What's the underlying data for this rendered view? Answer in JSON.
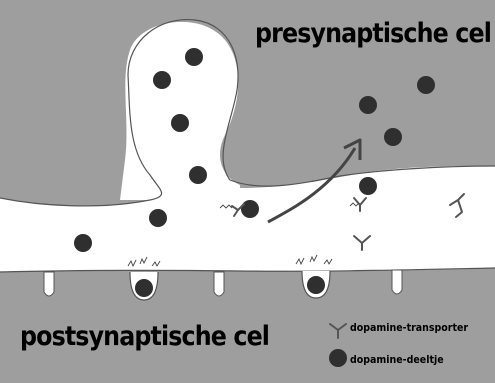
{
  "labels": {
    "presynaptic": "presynaptische cel",
    "postsynaptic": "postsynaptische cel"
  },
  "legend": {
    "transporter": "dopamine-transporter",
    "particle": "dopamine-deeltje"
  },
  "colors": {
    "cell": "#9e9e9e",
    "cleft": "#ffffff",
    "particle": "#2f2f2f",
    "outline": "#555555"
  },
  "icons": {
    "transporter": "dopamine-transporter-icon",
    "particle": "dopamine-particle-icon",
    "arrow": "reuptake-arrow-icon"
  }
}
